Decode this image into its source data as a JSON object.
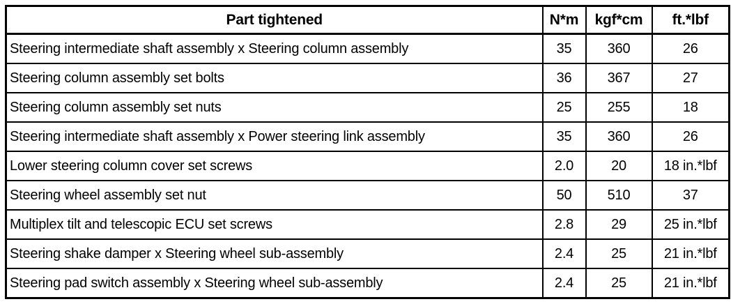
{
  "colors": {
    "background": "#ffffff",
    "border": "#000000",
    "text": "#000000"
  },
  "table": {
    "header": {
      "part": "Part tightened",
      "nm": "N*m",
      "kgfcm": "kgf*cm",
      "ftlbf": "ft.*lbf"
    },
    "rows": [
      {
        "part": "Steering intermediate shaft assembly x Steering column assembly",
        "nm": "35",
        "kgfcm": "360",
        "ftlbf": "26"
      },
      {
        "part": "Steering column assembly set bolts",
        "nm": "36",
        "kgfcm": "367",
        "ftlbf": "27"
      },
      {
        "part": "Steering column assembly set nuts",
        "nm": "25",
        "kgfcm": "255",
        "ftlbf": "18"
      },
      {
        "part": "Steering intermediate shaft assembly x Power steering link assembly",
        "nm": "35",
        "kgfcm": "360",
        "ftlbf": "26"
      },
      {
        "part": "Lower steering column cover set screws",
        "nm": "2.0",
        "kgfcm": "20",
        "ftlbf": "18 in.*lbf"
      },
      {
        "part": "Steering wheel assembly set nut",
        "nm": "50",
        "kgfcm": "510",
        "ftlbf": "37"
      },
      {
        "part": "Multiplex tilt and telescopic ECU set screws",
        "nm": "2.8",
        "kgfcm": "29",
        "ftlbf": "25 in.*lbf"
      },
      {
        "part": "Steering shake damper x Steering wheel sub-assembly",
        "nm": "2.4",
        "kgfcm": "25",
        "ftlbf": "21 in.*lbf"
      },
      {
        "part": "Steering pad switch assembly x Steering wheel sub-assembly",
        "nm": "2.4",
        "kgfcm": "25",
        "ftlbf": "21 in.*lbf"
      }
    ]
  }
}
